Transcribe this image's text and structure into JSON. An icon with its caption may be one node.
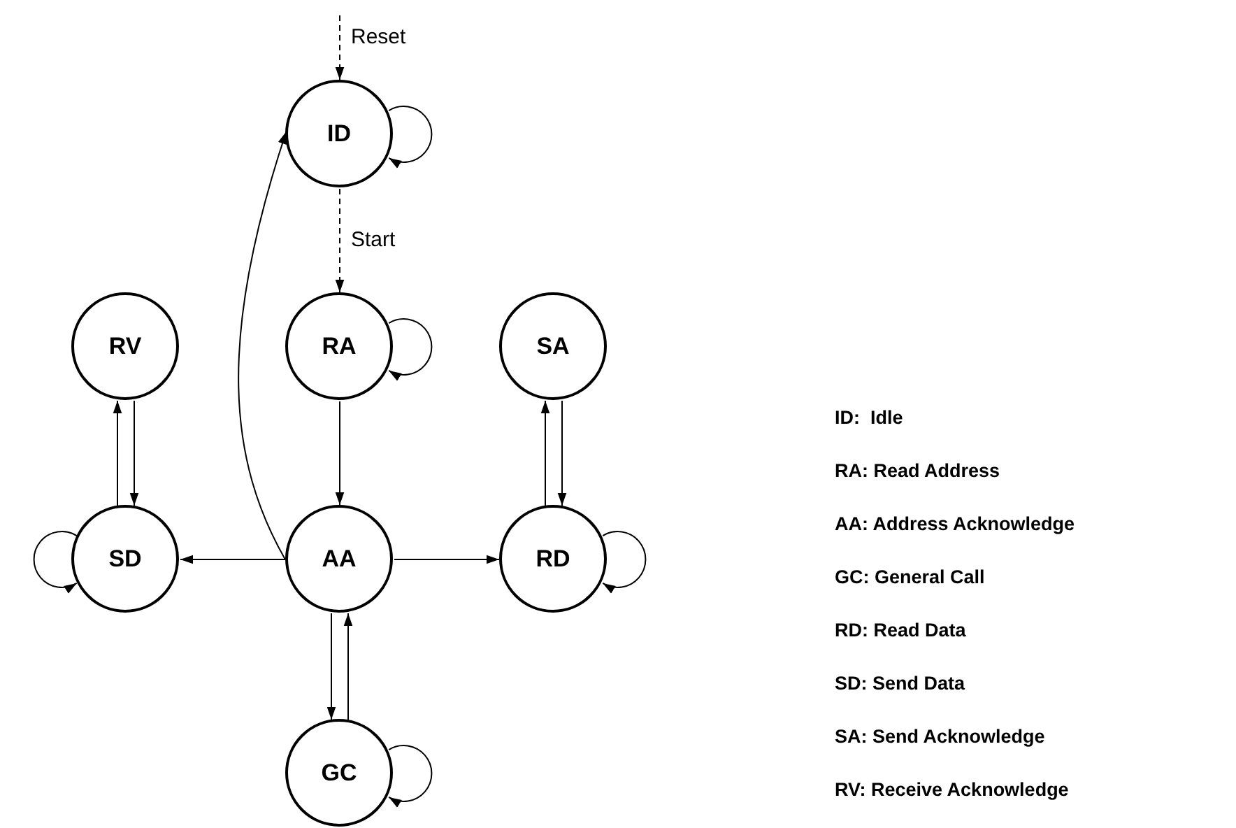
{
  "diagram": {
    "nodes": [
      {
        "text": [
          "ID"
        ]
      },
      {
        "text": [
          "RV"
        ]
      },
      {
        "text": [
          "RA"
        ]
      },
      {
        "text": [
          "SA"
        ]
      },
      {
        "text": [
          "SD"
        ]
      },
      {
        "text": [
          "AA"
        ]
      },
      {
        "text": [
          "RD"
        ]
      },
      {
        "text": [
          "GC"
        ]
      }
    ],
    "edges": [
      {
        "from": null,
        "to": 0,
        "arrow": "to",
        "label": "Reset",
        "style": "dashed"
      },
      {
        "from": 0,
        "to": 0,
        "arrow": "to"
      },
      {
        "from": 0,
        "to": 2,
        "arrow": "to",
        "label": "Start",
        "style": "dashed"
      },
      {
        "from": 2,
        "to": 2,
        "arrow": "to"
      },
      {
        "from": 2,
        "to": 5,
        "arrow": "to"
      },
      {
        "from": 5,
        "to": 0,
        "arrow": "to"
      },
      {
        "from": 5,
        "to": 4,
        "arrow": "to"
      },
      {
        "from": 5,
        "to": 6,
        "arrow": "to"
      },
      {
        "from": 4,
        "to": 1,
        "arrow": "to"
      },
      {
        "from": 1,
        "to": 4,
        "arrow": "to"
      },
      {
        "from": 4,
        "to": 4,
        "arrow": "to"
      },
      {
        "from": 6,
        "to": 3,
        "arrow": "to"
      },
      {
        "from": 3,
        "to": 6,
        "arrow": "to"
      },
      {
        "from": 6,
        "to": 6,
        "arrow": "to"
      },
      {
        "from": 5,
        "to": 7,
        "arrow": "to"
      },
      {
        "from": 7,
        "to": 5,
        "arrow": "to"
      },
      {
        "from": 7,
        "to": 7,
        "arrow": "to"
      }
    ],
    "labels": [
      "ID:  Idle",
      "RA: Read Address",
      "AA: Address Acknowledge",
      "GC: General Call",
      "RD: Read Data",
      "SD: Send Data",
      "SA: Send Acknowledge",
      "RV: Receive Acknowledge"
    ]
  }
}
